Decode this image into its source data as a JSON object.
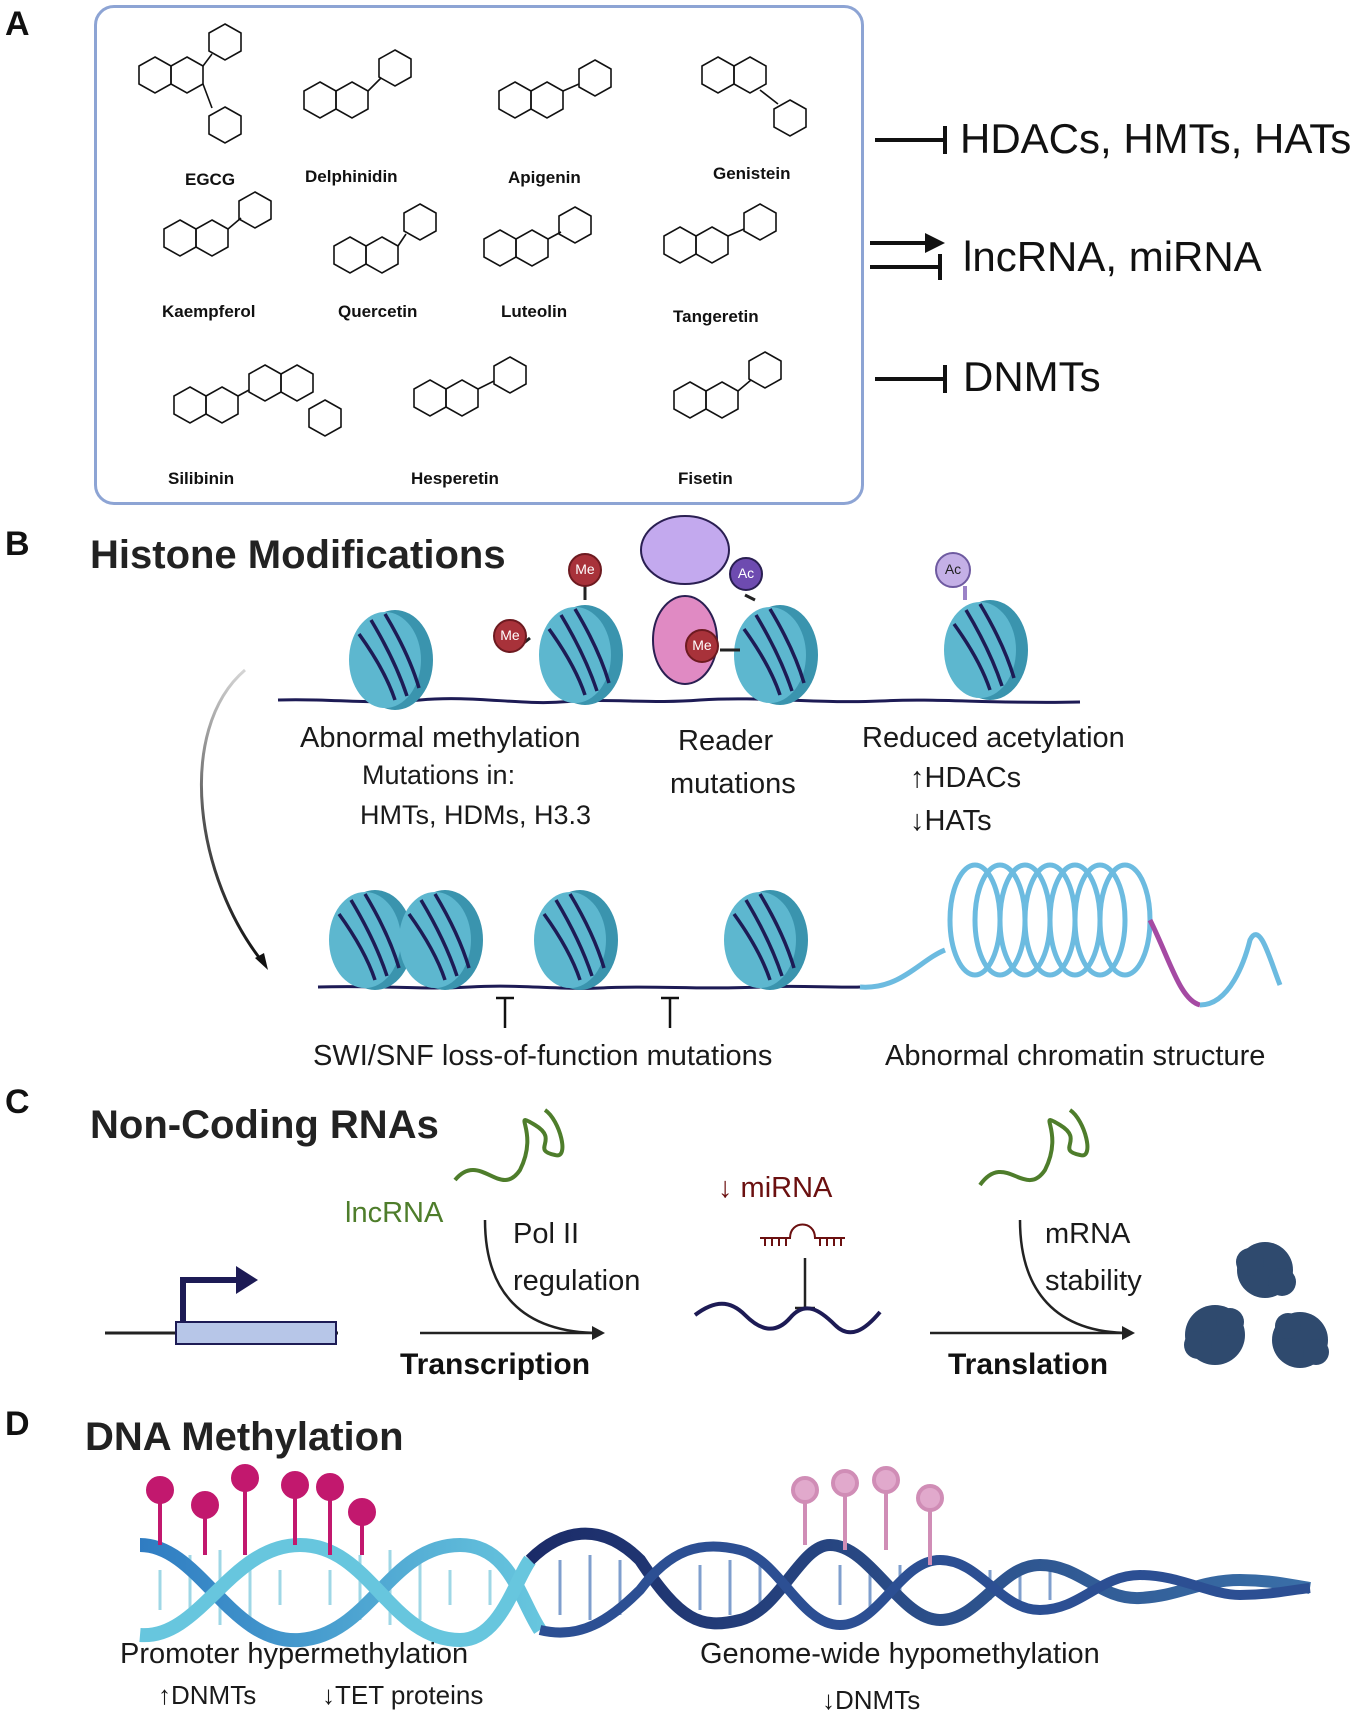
{
  "panels": {
    "a": {
      "letter": "A",
      "compounds": [
        "EGCG",
        "Delphinidin",
        "Apigenin",
        "Genistein",
        "Kaempferol",
        "Quercetin",
        "Luteolin",
        "Tangeretin",
        "Silibinin",
        "Hesperetin",
        "Fisetin"
      ],
      "targets": {
        "t1": "HDACs, HMTs, HATs",
        "t2": "lncRNA, miRNA",
        "t3": "DNMTs"
      }
    },
    "b": {
      "letter": "B",
      "title": "Histone Modifications",
      "me_label": "Me",
      "ac_label": "Ac",
      "abnormal_methylation": "Abnormal methylation",
      "mutations_in": "Mutations in:",
      "mutation_list": "HMTs, HDMs, H3.3",
      "reader": "Reader",
      "reader_mutations": "mutations",
      "reduced_acetylation": "Reduced acetylation",
      "up_hdacs": "↑HDACs",
      "down_hats": "↓HATs",
      "swi_snf": "SWI/SNF loss-of-function mutations",
      "abnormal_chromatin": "Abnormal chromatin structure"
    },
    "c": {
      "letter": "C",
      "title": "Non-Coding RNAs",
      "lncrna": "lncRNA",
      "pol2_1": "Pol II",
      "pol2_2": "regulation",
      "mirna": "↓ miRNA",
      "mrna_1": "mRNA",
      "mrna_2": "stability",
      "transcription": "Transcription",
      "translation": "Translation"
    },
    "d": {
      "letter": "D",
      "title": "DNA Methylation",
      "promoter": "Promoter hypermethylation",
      "up_dnmts": "↑DNMTs",
      "down_tet": "↓TET proteins",
      "genome_wide": "Genome-wide hypomethylation",
      "down_dnmts": "↓DNMTs"
    }
  },
  "colors": {
    "box_border": "#8da4d4",
    "nucleosome": "#5db7cf",
    "dna_strand": "#1d1b55",
    "methyl_mark": "#a8323a",
    "acetyl_mark": "#8a63c4",
    "lncrna_green": "#4e7d2b",
    "mirna_red": "#6b1010",
    "meth_pink": "#c2186e",
    "meth_light_pink": "#d08db6",
    "protein": "#2f4a6e"
  }
}
